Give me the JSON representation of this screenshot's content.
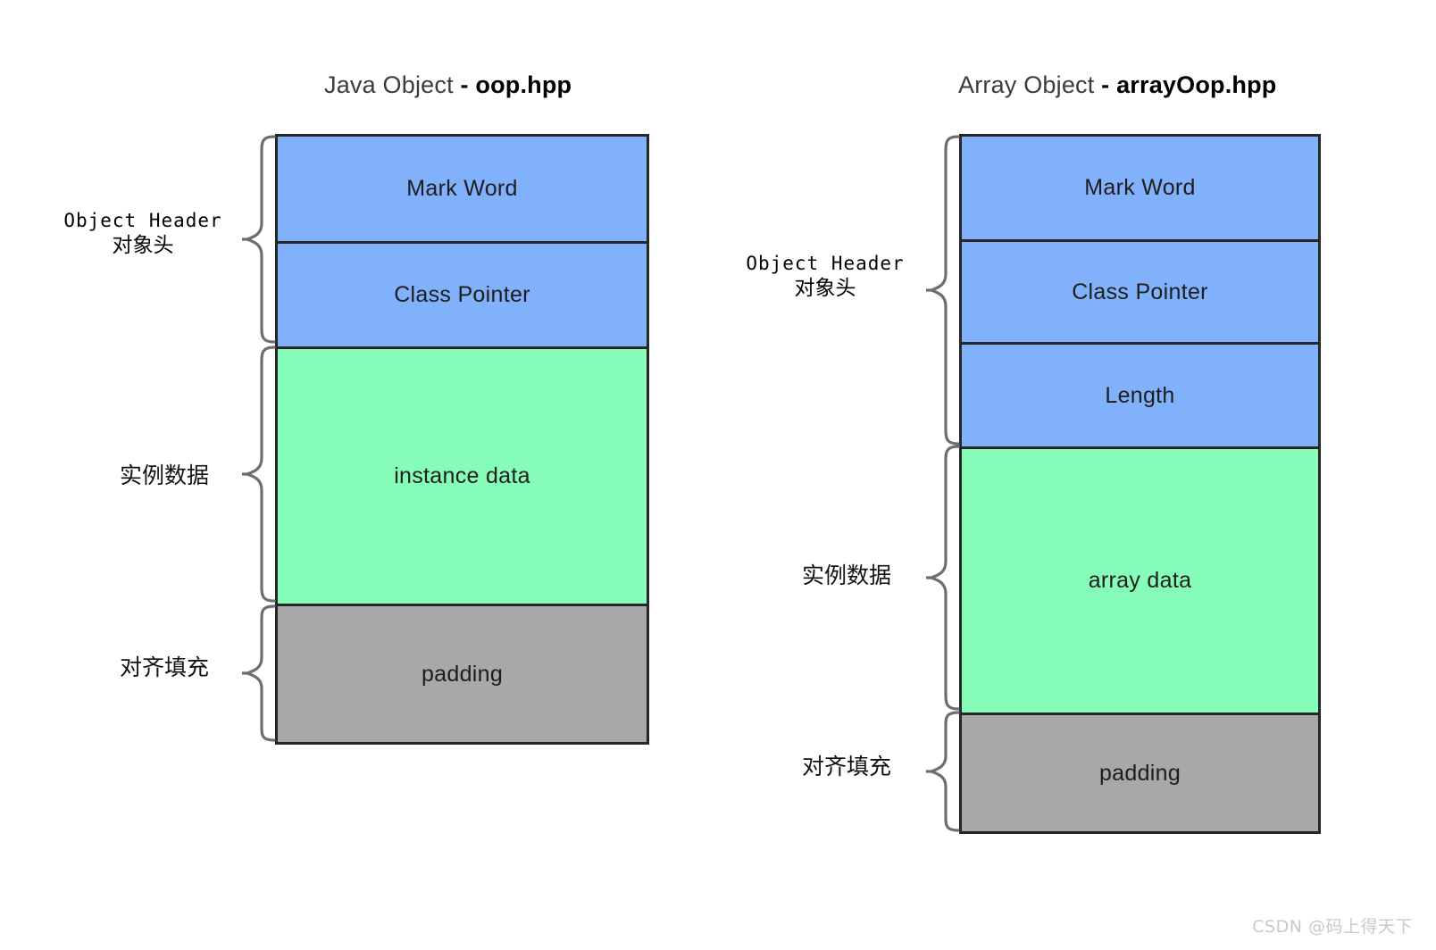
{
  "diagrams": [
    {
      "title": {
        "name": "Java Object",
        "separator": "-",
        "file": "oop.hpp"
      },
      "segments": [
        {
          "label": "Mark Word",
          "color": "#82b1fb"
        },
        {
          "label": "Class Pointer",
          "color": "#82b1fb"
        },
        {
          "label": "instance data",
          "color": "#85fcb8"
        },
        {
          "label": "padding",
          "color": "#a8a8a8"
        }
      ],
      "groups": [
        {
          "en": "Object Header",
          "zh": "对象头"
        },
        {
          "en": "",
          "zh": "实例数据"
        },
        {
          "en": "",
          "zh": "对齐填充"
        }
      ]
    },
    {
      "title": {
        "name": "Array Object",
        "separator": "-",
        "file": "arrayOop.hpp"
      },
      "segments": [
        {
          "label": "Mark Word",
          "color": "#82b1fb"
        },
        {
          "label": "Class Pointer",
          "color": "#82b1fb"
        },
        {
          "label": "Length",
          "color": "#82b1fb"
        },
        {
          "label": "array data",
          "color": "#85fcb8"
        },
        {
          "label": "padding",
          "color": "#a8a8a8"
        }
      ],
      "groups": [
        {
          "en": "Object Header",
          "zh": "对象头"
        },
        {
          "en": "",
          "zh": "实例数据"
        },
        {
          "en": "",
          "zh": "对齐填充"
        }
      ]
    }
  ],
  "watermark": "CSDN @码上得天下",
  "colors": {
    "blue": "#82b1fb",
    "green": "#85fcb8",
    "gray": "#a8a8a8",
    "stroke": "#262626",
    "brace": "#6e6e6e"
  }
}
